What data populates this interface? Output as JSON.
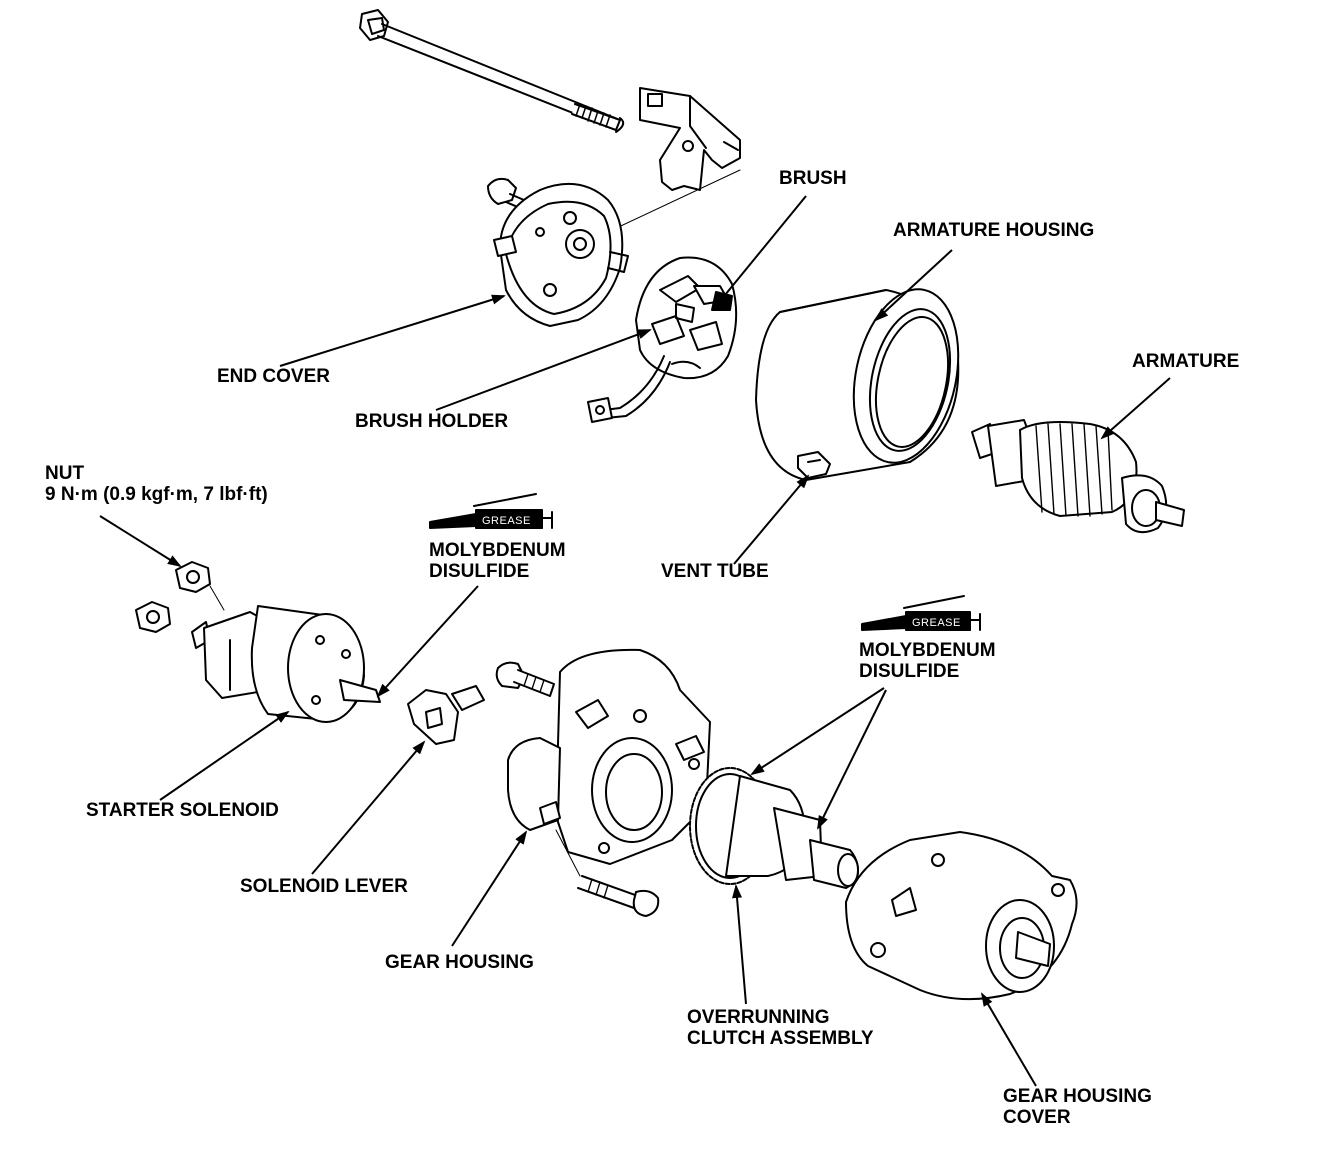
{
  "labels": {
    "brush": "BRUSH",
    "armature_housing": "ARMATURE HOUSING",
    "armature": "ARMATURE",
    "end_cover": "END COVER",
    "brush_holder": "BRUSH HOLDER",
    "nut_title": "NUT",
    "nut_torque": "9 N·m (0.9 kgf·m, 7 lbf·ft)",
    "moly_1_line1": "MOLYBDENUM",
    "moly_1_line2": "DISULFIDE",
    "vent_tube": "VENT TUBE",
    "moly_2_line1": "MOLYBDENUM",
    "moly_2_line2": "DISULFIDE",
    "starter_solenoid": "STARTER SOLENOID",
    "solenoid_lever": "SOLENOID LEVER",
    "gear_housing": "GEAR HOUSING",
    "overrunning_line1": "OVERRUNNING",
    "overrunning_line2": "CLUTCH ASSEMBLY",
    "gear_housing_cover_line1": "GEAR HOUSING",
    "gear_housing_cover_line2": "COVER"
  },
  "grease_badge": "GREASE",
  "colors": {
    "ink": "#000000",
    "paper": "#ffffff"
  }
}
